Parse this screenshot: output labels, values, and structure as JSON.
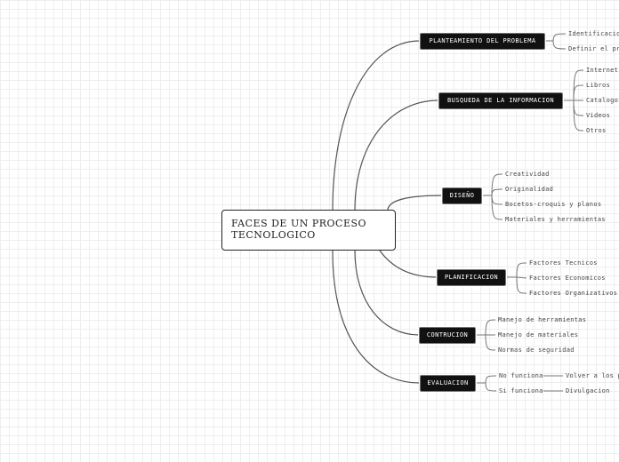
{
  "central_topic": [
    "FACES DE UN PROCESO",
    "TECNOLOGICO"
  ],
  "branches": [
    {
      "label": "PLANTEAMIENTO DEL PROBLEMA",
      "children": [
        {
          "label": "Identificacion d"
        },
        {
          "label": "Definir el pro"
        }
      ]
    },
    {
      "label": "BUSQUEDA DE LA INFORMACION",
      "children": [
        {
          "label": "Internet"
        },
        {
          "label": "Libros"
        },
        {
          "label": "Catalogos"
        },
        {
          "label": "Videos"
        },
        {
          "label": "Otros"
        }
      ]
    },
    {
      "label": "DISEÑO",
      "children": [
        {
          "label": "Creatividad"
        },
        {
          "label": "Originalidad"
        },
        {
          "label": "Bocetos-croquis y planos"
        },
        {
          "label": "Materiales y herramientas"
        }
      ]
    },
    {
      "label": "PLANIFICACION",
      "children": [
        {
          "label": "Factores Tecnicos"
        },
        {
          "label": "Factores Economicos"
        },
        {
          "label": "Factores Organizativos"
        }
      ]
    },
    {
      "label": "CONTRUCION",
      "children": [
        {
          "label": "Manejo de herramientas"
        },
        {
          "label": "Manejo de materiales"
        },
        {
          "label": "Normas de seguridad"
        }
      ]
    },
    {
      "label": "EVALUACION",
      "children": [
        {
          "label": "No funciona",
          "sub": "Volver a los p"
        },
        {
          "label": "Si funciona",
          "sub": "Divulgacion"
        }
      ]
    }
  ]
}
